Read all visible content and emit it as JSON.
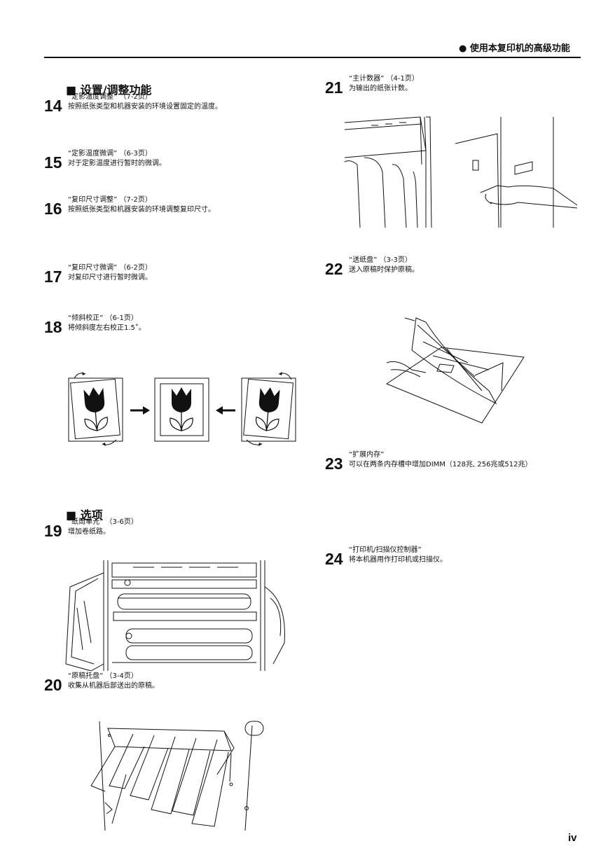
{
  "header": {
    "text": "● 使用本复印机的高级功能"
  },
  "page_number": "iv",
  "sections": {
    "settings": "■ 设置/调整功能",
    "options": "■ 选项"
  },
  "items": [
    {
      "num": "14",
      "title": "“定影温度调整” （7-2页）",
      "desc": "按照纸张类型和机器安装的环境设置固定的温度。"
    },
    {
      "num": "15",
      "title": "“定影温度微调” （6-3页）",
      "desc": "对于定影温度进行暂时的微调。"
    },
    {
      "num": "16",
      "title": "“复印尺寸调整” （7-2页）",
      "desc": "按照纸张类型和机器安装的环境调整复印尺寸。"
    },
    {
      "num": "17",
      "title": "“复印尺寸微调” （6-2页）",
      "desc": "对复印尺寸进行暂时微调。"
    },
    {
      "num": "18",
      "title": "“倾斜校正” （6-1页）",
      "desc": "将倾斜度左右校正1.5˚。"
    },
    {
      "num": "19",
      "title": "“纸筒单元” （3-6页）",
      "desc": "增加卷纸路。"
    },
    {
      "num": "20",
      "title": "“原稿托盘” （3-4页）",
      "desc": "收集从机器后部送出的原稿。"
    },
    {
      "num": "21",
      "title": "“主计数器” （4-1页）",
      "desc": "为输出的纸张计数。"
    },
    {
      "num": "22",
      "title": "“送纸盘” （3-3页）",
      "desc": "送入原稿时保护原稿。"
    },
    {
      "num": "23",
      "title": "“扩展内存”",
      "desc": "可以在两条内存槽中增加DIMM（128兆, 256兆或512兆）"
    },
    {
      "num": "24",
      "title": "“打印机/扫描仪控制器”",
      "desc": "将本机器用作打印机或扫描仪。"
    }
  ]
}
